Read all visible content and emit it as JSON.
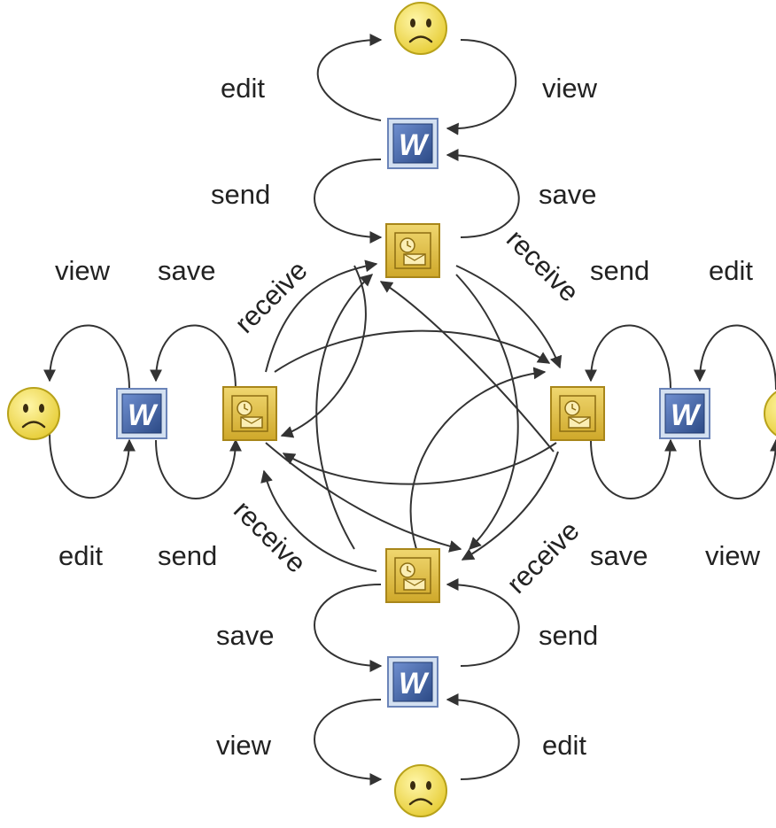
{
  "colors": {
    "arrow": "#333333",
    "face_fill": "#f4e264",
    "face_stroke": "#b8a21a",
    "word_fill": "#3e5e9c",
    "word_frame": "#c8d8ec",
    "outlook_fill": "#e3c34a",
    "outlook_frame": "#b8961c"
  },
  "icons": {
    "user": "sad-face-icon",
    "document": "word-document-icon",
    "mailbox": "outlook-mail-icon",
    "document_letter": "W"
  },
  "branches": {
    "top": {
      "outer_left": "edit",
      "outer_right": "view",
      "inner_left": "send",
      "inner_right": "save",
      "receive": "receive"
    },
    "left": {
      "outer_top": "view",
      "outer_bottom": "edit",
      "inner_top": "save",
      "inner_bottom": "send",
      "receive": "receive"
    },
    "right": {
      "outer_top": "edit",
      "outer_bottom": "view",
      "inner_top": "send",
      "inner_bottom": "save",
      "receive": "receive"
    },
    "bottom": {
      "outer_left": "view",
      "outer_right": "edit",
      "inner_left": "save",
      "inner_right": "send",
      "receive": "receive"
    }
  }
}
